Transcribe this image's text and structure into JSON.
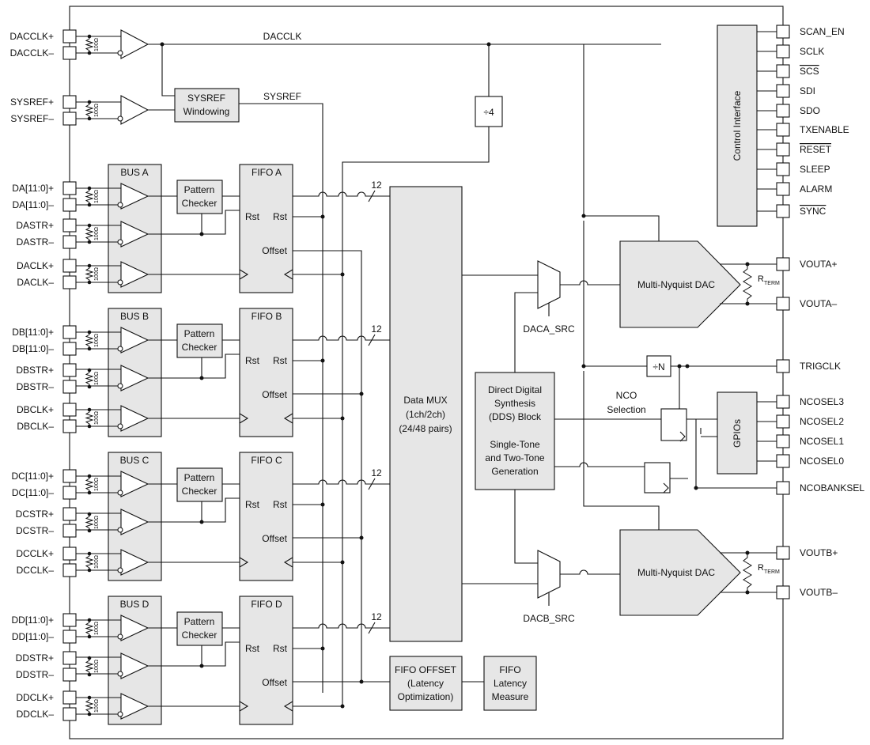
{
  "left_pins": {
    "dacclk_p": "DACCLK+",
    "dacclk_n": "DACCLK–",
    "sysref_p": "SYSREF+",
    "sysref_n": "SYSREF–",
    "da_p": "DA[11:0]+",
    "da_n": "DA[11:0]–",
    "dastr_p": "DASTR+",
    "dastr_n": "DASTR–",
    "daclk_p": "DACLK+",
    "daclk_n": "DACLK–",
    "db_p": "DB[11:0]+",
    "db_n": "DB[11:0]–",
    "dbstr_p": "DBSTR+",
    "dbstr_n": "DBSTR–",
    "dbclk_p": "DBCLK+",
    "dbclk_n": "DBCLK–",
    "dc_p": "DC[11:0]+",
    "dc_n": "DC[11:0]–",
    "dcstr_p": "DCSTR+",
    "dcstr_n": "DCSTR–",
    "dcclk_p": "DCCLK+",
    "dcclk_n": "DCCLK–",
    "dd_p": "DD[11:0]+",
    "dd_n": "DD[11:0]–",
    "ddstr_p": "DDSTR+",
    "ddstr_n": "DDSTR–",
    "ddclk_p": "DDCLK+",
    "ddclk_n": "DDCLK–"
  },
  "right_pins": {
    "scan_en": "SCAN_EN",
    "sclk": "SCLK",
    "scs": "SCS",
    "sdi": "SDI",
    "sdo": "SDO",
    "txenable": "TXENABLE",
    "reset": "RESET",
    "sleep": "SLEEP",
    "alarm": "ALARM",
    "sync": "SYNC",
    "vouta_p": "VOUTA+",
    "vouta_n": "VOUTA–",
    "trigclk": "TRIGCLK",
    "ncosel3": "NCOSEL3",
    "ncosel2": "NCOSEL2",
    "ncosel1": "NCOSEL1",
    "ncosel0": "NCOSEL0",
    "ncobanksel": "NCOBANKSEL",
    "voutb_p": "VOUTB+",
    "voutb_n": "VOUTB–"
  },
  "resistor_value": "100Ω",
  "signals": {
    "dacclk": "DACCLK",
    "sysref": "SYSREF",
    "bus_width": "12",
    "daca_src": "DACA_SRC",
    "dacb_src": "DACB_SRC",
    "nco_line1": "NCO",
    "nco_line2": "Selection",
    "rterm_main": "R",
    "rterm_sub": "TERM"
  },
  "blocks": {
    "sysref_window_line1": "SYSREF",
    "sysref_window_line2": "Windowing",
    "div4": "÷4",
    "divn": "÷N",
    "control_interface": "Control Interface",
    "bus_a": "BUS A",
    "bus_b": "BUS B",
    "bus_c": "BUS C",
    "bus_d": "BUS D",
    "pattern_line1": "Pattern",
    "pattern_line2": "Checker",
    "fifo_a": "FIFO A",
    "fifo_b": "FIFO B",
    "fifo_c": "FIFO C",
    "fifo_d": "FIFO D",
    "rst": "Rst",
    "offset": "Offset",
    "mux_line1": "Data MUX",
    "mux_line2": "(1ch/2ch)",
    "mux_line3": "(24/48 pairs)",
    "dds_line1": "Direct Digital",
    "dds_line2": "Synthesis",
    "dds_line3": "(DDS) Block",
    "dds_line4": "Single-Tone",
    "dds_line5": "and Two-Tone",
    "dds_line6": "Generation",
    "dac": "Multi-Nyquist DAC",
    "gpios": "GPIOs",
    "fifo_offset_line1": "FIFO OFFSET",
    "fifo_offset_line2": "(Latency",
    "fifo_offset_line3": "Optimization)",
    "fifo_latency_line1": "FIFO",
    "fifo_latency_line2": "Latency",
    "fifo_latency_line3": "Measure"
  },
  "colors": {
    "block_fill": "#e6e6e6",
    "line": "#111111",
    "background": "#ffffff"
  },
  "icon_names": [
    "buffer-icon",
    "resistor-icon",
    "mux-icon",
    "flip-flop-icon",
    "pad-icon"
  ]
}
